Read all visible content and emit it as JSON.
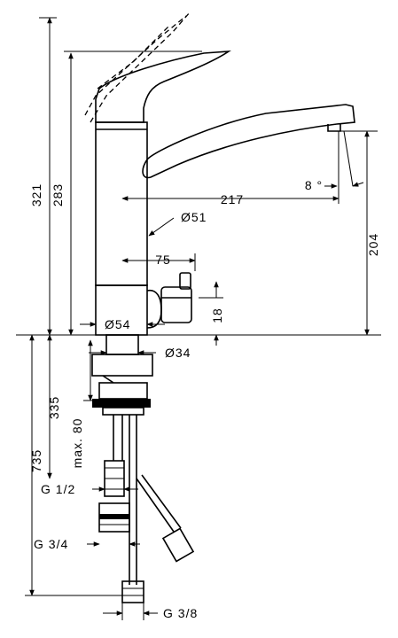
{
  "labels": {
    "h_321": "321",
    "h_283": "283",
    "w_217": "217",
    "angle_8": "8 °",
    "d_51": "Ø51",
    "h_204": "204",
    "w_75": "75",
    "h_18": "18",
    "d_54": "Ø54",
    "d_34": "Ø34",
    "h_335": "335",
    "max_80": "max. 80",
    "h_735": "735",
    "g_half": "G 1/2",
    "g_three_quarter": "G 3/4",
    "g_three_eighth": "G 3/8"
  },
  "colors": {
    "line": "#000000",
    "background": "#ffffff"
  }
}
